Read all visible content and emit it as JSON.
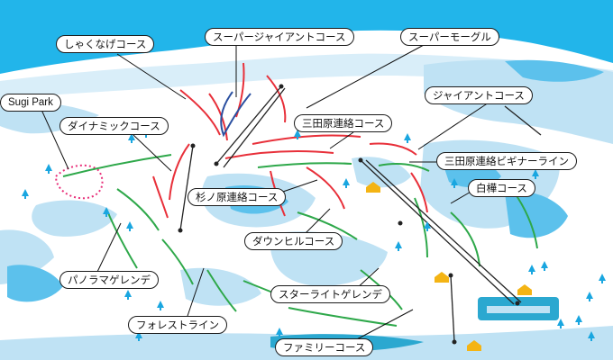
{
  "map": {
    "colors": {
      "sky": "#22b5ea",
      "snow": "#ffffff",
      "terrain": "#bfe2f4",
      "forest": "#5cc1ec",
      "course_red": "#e8303a",
      "course_green": "#2ea84a",
      "course_blue": "#2a4fa0",
      "lift": "#222222",
      "hut": "#f4b414",
      "trees": "#19a6e0",
      "lake": "#2ba8d0"
    },
    "labels": {
      "shakunage": "しゃくなげコース",
      "super_giant": "スーパージャイアントコース",
      "super_mogul": "スーパーモーグル",
      "sugi_park": "Sugi Park",
      "dynamic": "ダイナミックコース",
      "mitahara_renraku": "三田原連絡コース",
      "giant": "ジャイアントコース",
      "mitahara_beginner": "三田原連絡ビギナーライン",
      "shirakaba": "白樺コース",
      "suginohara_renraku": "杉ノ原連絡コース",
      "downhill": "ダウンヒルコース",
      "panorama": "パノラマゲレンデ",
      "starlight": "スターライトゲレンデ",
      "forest_line": "フォレストライン",
      "family": "ファミリーコース"
    },
    "icons": [
      "tree-icon",
      "hut-icon",
      "lift-station-icon"
    ]
  }
}
